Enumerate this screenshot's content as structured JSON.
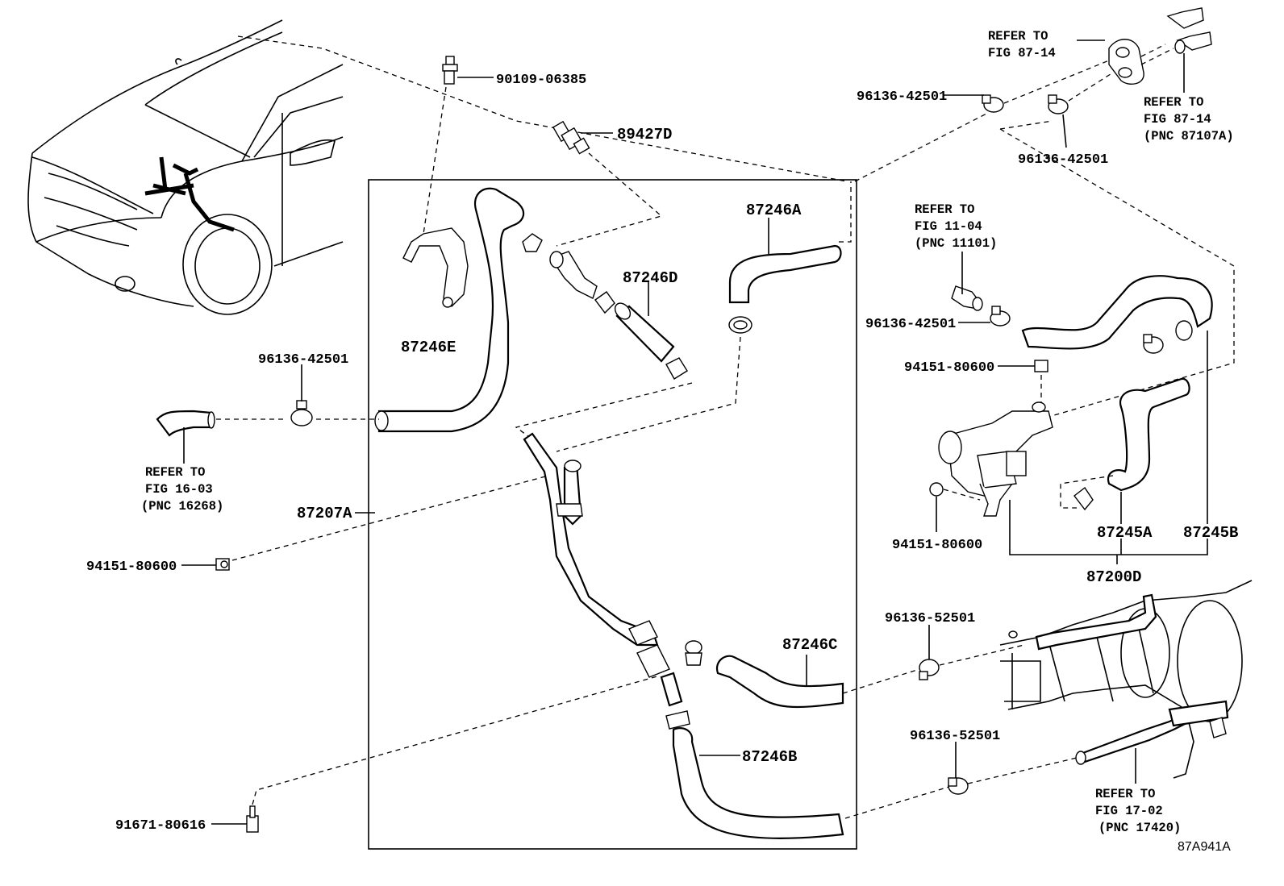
{
  "labels": {
    "p_90109_06385": "90109-06385",
    "p_89427D": "89427D",
    "p_87246A": "87246A",
    "p_87246D": "87246D",
    "p_87246E": "87246E",
    "p_87246C": "87246C",
    "p_87246B": "87246B",
    "p_87207A": "87207A",
    "p_96136_42501_left": "96136-42501",
    "p_94151_80600_left": "94151-80600",
    "p_91671_80616": "91671-80616",
    "p_96136_42501_top": "96136-42501",
    "p_96136_42501_top2": "96136-42501",
    "p_96136_42501_mid": "96136-42501",
    "p_94151_80600_r1": "94151-80600",
    "p_94151_80600_r2": "94151-80600",
    "p_87245A": "87245A",
    "p_87245B": "87245B",
    "p_87200D": "87200D",
    "p_96136_52501_a": "96136-52501",
    "p_96136_52501_b": "96136-52501"
  },
  "refs": {
    "ref_16_03": [
      "REFER TO",
      "FIG 16-03",
      "(PNC 16268)"
    ],
    "ref_87_14_a": [
      "REFER TO",
      "FIG 87-14"
    ],
    "ref_87_14_b": [
      "REFER TO",
      "FIG 87-14",
      "(PNC 87107A)"
    ],
    "ref_11_04": [
      "REFER TO",
      "FIG 11-04",
      "(PNC 11101)"
    ],
    "ref_17_02": [
      "REFER TO",
      "FIG 17-02",
      "(PNC 17420)"
    ]
  },
  "figure_id": "87A941A"
}
